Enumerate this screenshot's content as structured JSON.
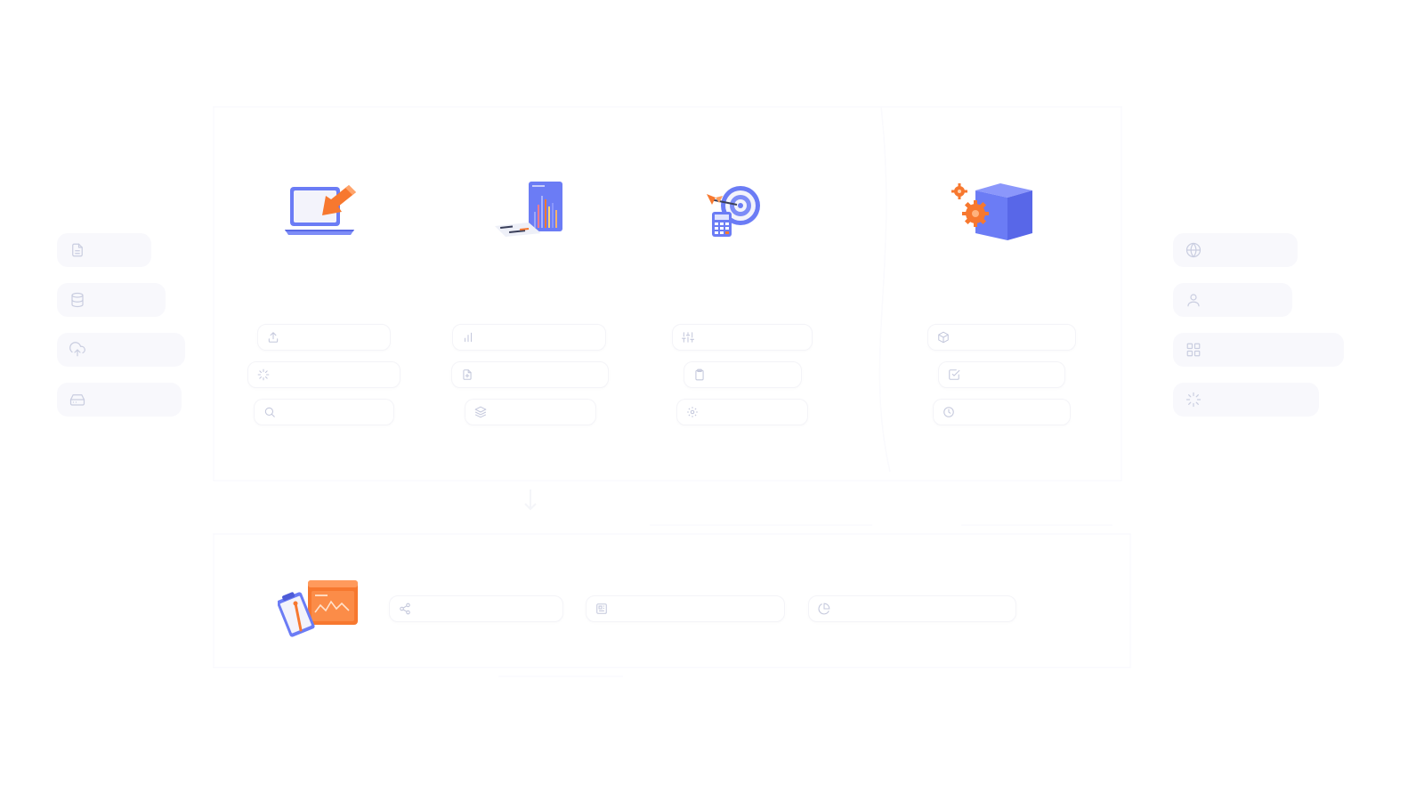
{
  "sources": {
    "heading": "",
    "items": [
      {
        "label": "",
        "icon": "file-icon"
      },
      {
        "label": "",
        "icon": "database-icon"
      },
      {
        "label": "",
        "icon": "cloud-upload-icon"
      },
      {
        "label": "",
        "icon": "hard-drive-icon"
      }
    ]
  },
  "destinations": {
    "heading": "",
    "items": [
      {
        "label": "",
        "icon": "globe-icon"
      },
      {
        "label": "",
        "icon": "user-icon"
      },
      {
        "label": "",
        "icon": "grid-icon"
      },
      {
        "label": "",
        "icon": "loader-icon"
      }
    ]
  },
  "stages": [
    {
      "title": "",
      "illustration": "laptop-arrow-illustration",
      "chips": [
        {
          "label": "",
          "icon": "upload-icon"
        },
        {
          "label": "",
          "icon": "loader-icon"
        },
        {
          "label": "",
          "icon": "search-icon"
        }
      ]
    },
    {
      "title": "",
      "illustration": "bar-chart-illustration",
      "chips": [
        {
          "label": "",
          "icon": "bar-chart-icon"
        },
        {
          "label": "",
          "icon": "file-plus-icon"
        },
        {
          "label": "",
          "icon": "layers-icon"
        }
      ]
    },
    {
      "title": "",
      "illustration": "target-calculator-illustration",
      "chips": [
        {
          "label": "",
          "icon": "sliders-icon"
        },
        {
          "label": "",
          "icon": "clipboard-icon"
        },
        {
          "label": "",
          "icon": "settings-icon"
        }
      ]
    },
    {
      "title": "",
      "illustration": "cube-gears-illustration",
      "chips": [
        {
          "label": "",
          "icon": "box-icon"
        },
        {
          "label": "",
          "icon": "check-square-icon"
        },
        {
          "label": "",
          "icon": "clock-icon"
        }
      ]
    }
  ],
  "bottom_stage": {
    "title": "",
    "illustration": "clipboard-dashboard-illustration",
    "chips": [
      {
        "label": "",
        "icon": "share-icon"
      },
      {
        "label": "",
        "icon": "layout-icon"
      },
      {
        "label": "",
        "icon": "pie-chart-icon"
      }
    ]
  },
  "colors": {
    "accent_blue": "#6b7cf5",
    "accent_orange": "#f7782f",
    "chip_border": "#f4f4f8",
    "item_bg": "#f8f8fc"
  }
}
